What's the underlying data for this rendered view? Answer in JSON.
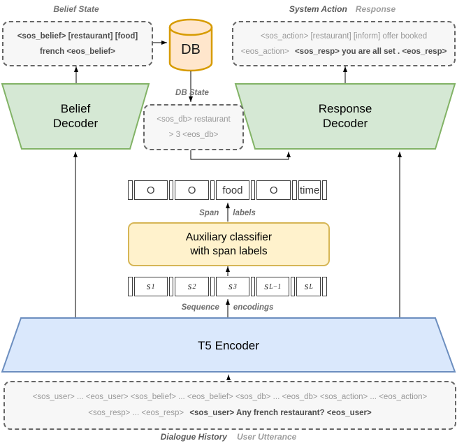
{
  "diagram": {
    "labels": {
      "belief_state": "Belief State",
      "system_action": "System Action",
      "response": "Response",
      "db_state": "DB State",
      "span_caption_w1": "Span",
      "span_caption_w2": "labels",
      "seq_caption_w1": "Sequence",
      "seq_caption_w2": "encodings",
      "dialogue_history": "Dialogue History",
      "user_utterance": "User Utterance"
    },
    "belief_box": {
      "line1": "<sos_belief> [restaurant] [food]",
      "line2": "french <eos_belief>"
    },
    "db_cylinder": {
      "label": "DB"
    },
    "action_box": {
      "line1": "<sos_action> [restaurant] [inform] offer booked",
      "line2_gray": "<eos_action>",
      "line2_bold": "<sos_resp> you are all set . <eos_resp>"
    },
    "db_state_box": {
      "line1": "<sos_db> restaurant",
      "line2": "> 3 <eos_db>"
    },
    "belief_decoder": {
      "line1": "Belief",
      "line2": "Decoder"
    },
    "response_decoder": {
      "line1": "Response",
      "line2": "Decoder"
    },
    "span_labels": [
      "O",
      "O",
      "food",
      "O",
      "time"
    ],
    "classifier": {
      "line1": "Auxiliary classifier",
      "line2": "with span labels"
    },
    "seq_cells": [
      {
        "base": "s",
        "sub": "1"
      },
      {
        "base": "s",
        "sub": "2"
      },
      {
        "base": "s",
        "sub": "3"
      },
      {
        "base": "s",
        "sub": "L−1"
      },
      {
        "base": "s",
        "sub": "L"
      }
    ],
    "encoder": {
      "label": "T5 Encoder"
    },
    "input_box": {
      "line1": "<sos_user> ... <eos_user> <sos_belief> ... <eos_belief> <sos_db> ... <eos_db> <sos_action> ... <eos_action>",
      "line2_gray": "<sos_resp> ... <eos_resp>",
      "line2_bold": "<sos_user> Any french restaurant? <eos_user>"
    },
    "colors": {
      "decoder_fill": "#d5e8d4",
      "decoder_stroke": "#82b366",
      "encoder_fill": "#dae8fc",
      "encoder_stroke": "#6c8ebf",
      "classifier_fill": "#fff2cc",
      "classifier_stroke": "#d6b656",
      "db_fill": "#ffe6cc",
      "db_stroke": "#d79b00",
      "dashed_box_fill": "#f7f7f7",
      "dashed_box_stroke": "#666666",
      "muted_text": "#999999",
      "bold_text": "#4d4d4d"
    }
  }
}
